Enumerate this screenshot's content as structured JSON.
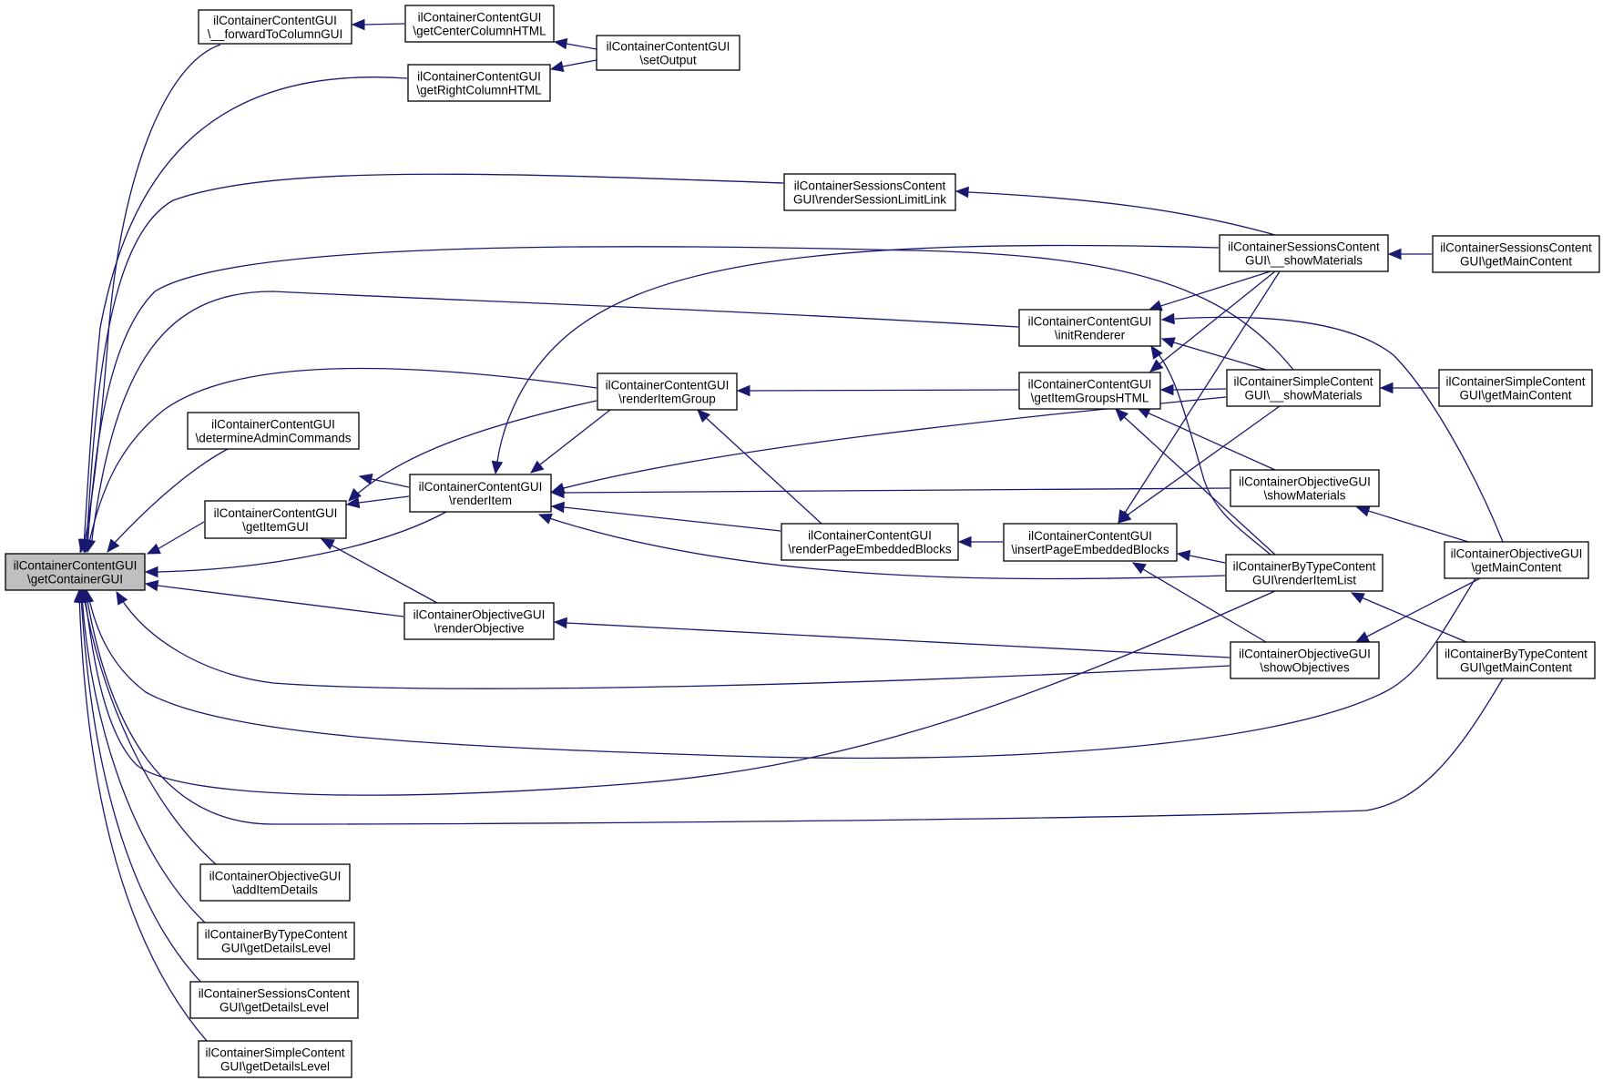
{
  "colors": {
    "edge": "#191970",
    "node_border": "#000000",
    "focus_fill": "#bfbfbf",
    "node_fill": "#ffffff"
  },
  "nodes": [
    {
      "id": "getContainerGUI",
      "lines": [
        "ilContainerContentGUI",
        "\\getContainerGUI"
      ],
      "focus": true
    },
    {
      "id": "forwardToColumnGUI",
      "lines": [
        "ilContainerContentGUI",
        "\\__forwardToColumnGUI"
      ]
    },
    {
      "id": "getCenterColumnHTML",
      "lines": [
        "ilContainerContentGUI",
        "\\getCenterColumnHTML"
      ]
    },
    {
      "id": "setOutput",
      "lines": [
        "ilContainerContentGUI",
        "\\setOutput"
      ]
    },
    {
      "id": "getRightColumnHTML",
      "lines": [
        "ilContainerContentGUI",
        "\\getRightColumnHTML"
      ]
    },
    {
      "id": "renderSessionLimitLink",
      "lines": [
        "ilContainerSessionsContent",
        "GUI\\renderSessionLimitLink"
      ]
    },
    {
      "id": "sessShowMaterials",
      "lines": [
        "ilContainerSessionsContent",
        "GUI\\__showMaterials"
      ]
    },
    {
      "id": "sessGetMainContent",
      "lines": [
        "ilContainerSessionsContent",
        "GUI\\getMainContent"
      ]
    },
    {
      "id": "initRenderer",
      "lines": [
        "ilContainerContentGUI",
        "\\initRenderer"
      ]
    },
    {
      "id": "renderItemGroup",
      "lines": [
        "ilContainerContentGUI",
        "\\renderItemGroup"
      ]
    },
    {
      "id": "getItemGroupsHTML",
      "lines": [
        "ilContainerContentGUI",
        "\\getItemGroupsHTML"
      ]
    },
    {
      "id": "simpleShowMaterials",
      "lines": [
        "ilContainerSimpleContent",
        "GUI\\__showMaterials"
      ]
    },
    {
      "id": "simpleGetMainContent",
      "lines": [
        "ilContainerSimpleContent",
        "GUI\\getMainContent"
      ]
    },
    {
      "id": "determineAdminCommands",
      "lines": [
        "ilContainerContentGUI",
        "\\determineAdminCommands"
      ]
    },
    {
      "id": "renderItem",
      "lines": [
        "ilContainerContentGUI",
        "\\renderItem"
      ]
    },
    {
      "id": "getItemGUI",
      "lines": [
        "ilContainerContentGUI",
        "\\getItemGUI"
      ]
    },
    {
      "id": "objShowMaterials",
      "lines": [
        "ilContainerObjectiveGUI",
        "\\showMaterials"
      ]
    },
    {
      "id": "renderPageEmbeddedBlocks",
      "lines": [
        "ilContainerContentGUI",
        "\\renderPageEmbeddedBlocks"
      ]
    },
    {
      "id": "insertPageEmbeddedBlocks",
      "lines": [
        "ilContainerContentGUI",
        "\\insertPageEmbeddedBlocks"
      ]
    },
    {
      "id": "renderItemList",
      "lines": [
        "ilContainerByTypeContent",
        "GUI\\renderItemList"
      ]
    },
    {
      "id": "objGetMainContent",
      "lines": [
        "ilContainerObjectiveGUI",
        "\\getMainContent"
      ]
    },
    {
      "id": "renderObjective",
      "lines": [
        "ilContainerObjectiveGUI",
        "\\renderObjective"
      ]
    },
    {
      "id": "showObjectives",
      "lines": [
        "ilContainerObjectiveGUI",
        "\\showObjectives"
      ]
    },
    {
      "id": "byTypeGetMainContent",
      "lines": [
        "ilContainerByTypeContent",
        "GUI\\getMainContent"
      ]
    },
    {
      "id": "addItemDetails",
      "lines": [
        "ilContainerObjectiveGUI",
        "\\addItemDetails"
      ]
    },
    {
      "id": "byTypeGetDetailsLevel",
      "lines": [
        "ilContainerByTypeContent",
        "GUI\\getDetailsLevel"
      ]
    },
    {
      "id": "sessGetDetailsLevel",
      "lines": [
        "ilContainerSessionsContent",
        "GUI\\getDetailsLevel"
      ]
    },
    {
      "id": "simpleGetDetailsLevel",
      "lines": [
        "ilContainerSimpleContent",
        "GUI\\getDetailsLevel"
      ]
    }
  ],
  "edges": [
    {
      "from": "forwardToColumnGUI",
      "to": "getContainerGUI"
    },
    {
      "from": "getCenterColumnHTML",
      "to": "forwardToColumnGUI"
    },
    {
      "from": "setOutput",
      "to": "getCenterColumnHTML"
    },
    {
      "from": "setOutput",
      "to": "getRightColumnHTML"
    },
    {
      "from": "getRightColumnHTML",
      "to": "getContainerGUI"
    },
    {
      "from": "renderSessionLimitLink",
      "to": "getContainerGUI"
    },
    {
      "from": "sessShowMaterials",
      "to": "renderSessionLimitLink"
    },
    {
      "from": "sessShowMaterials",
      "to": "initRenderer"
    },
    {
      "from": "sessShowMaterials",
      "to": "getItemGroupsHTML"
    },
    {
      "from": "sessShowMaterials",
      "to": "insertPageEmbeddedBlocks"
    },
    {
      "from": "sessShowMaterials",
      "to": "renderItem"
    },
    {
      "from": "sessGetMainContent",
      "to": "sessShowMaterials"
    },
    {
      "from": "simpleShowMaterials",
      "to": "getContainerGUI"
    },
    {
      "from": "initRenderer",
      "to": "getContainerGUI"
    },
    {
      "from": "simpleShowMaterials",
      "to": "initRenderer"
    },
    {
      "from": "simpleShowMaterials",
      "to": "getItemGroupsHTML"
    },
    {
      "from": "simpleShowMaterials",
      "to": "insertPageEmbeddedBlocks"
    },
    {
      "from": "simpleShowMaterials",
      "to": "renderItem"
    },
    {
      "from": "simpleGetMainContent",
      "to": "simpleShowMaterials"
    },
    {
      "from": "renderItemList",
      "to": "initRenderer"
    },
    {
      "from": "objGetMainContent",
      "to": "initRenderer"
    },
    {
      "from": "renderItemGroup",
      "to": "getContainerGUI"
    },
    {
      "from": "getItemGroupsHTML",
      "to": "renderItemGroup"
    },
    {
      "from": "objShowMaterials",
      "to": "getItemGroupsHTML"
    },
    {
      "from": "renderItemList",
      "to": "getItemGroupsHTML"
    },
    {
      "from": "renderItemGroup",
      "to": "renderItem"
    },
    {
      "from": "renderItemGroup",
      "to": "getItemGUI"
    },
    {
      "from": "renderPageEmbeddedBlocks",
      "to": "renderItemGroup"
    },
    {
      "from": "determineAdminCommands",
      "to": "getContainerGUI"
    },
    {
      "from": "renderItem",
      "to": "determineAdminCommands"
    },
    {
      "from": "getItemGUI",
      "to": "getContainerGUI"
    },
    {
      "from": "renderItem",
      "to": "getItemGUI"
    },
    {
      "from": "renderObjective",
      "to": "getItemGUI"
    },
    {
      "from": "renderItem",
      "to": "getContainerGUI"
    },
    {
      "from": "objShowMaterials",
      "to": "renderItem"
    },
    {
      "from": "renderPageEmbeddedBlocks",
      "to": "renderItem"
    },
    {
      "from": "renderItemList",
      "to": "renderItem"
    },
    {
      "from": "insertPageEmbeddedBlocks",
      "to": "renderPageEmbeddedBlocks"
    },
    {
      "from": "renderItemList",
      "to": "insertPageEmbeddedBlocks"
    },
    {
      "from": "showObjectives",
      "to": "insertPageEmbeddedBlocks"
    },
    {
      "from": "objGetMainContent",
      "to": "objShowMaterials"
    },
    {
      "from": "renderItemList",
      "to": "getContainerGUI"
    },
    {
      "from": "byTypeGetMainContent",
      "to": "renderItemList"
    },
    {
      "from": "objGetMainContent",
      "to": "showObjectives"
    },
    {
      "from": "objGetMainContent",
      "to": "getContainerGUI"
    },
    {
      "from": "renderObjective",
      "to": "getContainerGUI"
    },
    {
      "from": "showObjectives",
      "to": "renderObjective"
    },
    {
      "from": "showObjectives",
      "to": "getContainerGUI"
    },
    {
      "from": "byTypeGetMainContent",
      "to": "getContainerGUI"
    },
    {
      "from": "addItemDetails",
      "to": "getContainerGUI"
    },
    {
      "from": "byTypeGetDetailsLevel",
      "to": "getContainerGUI"
    },
    {
      "from": "sessGetDetailsLevel",
      "to": "getContainerGUI"
    },
    {
      "from": "simpleGetDetailsLevel",
      "to": "getContainerGUI"
    }
  ]
}
